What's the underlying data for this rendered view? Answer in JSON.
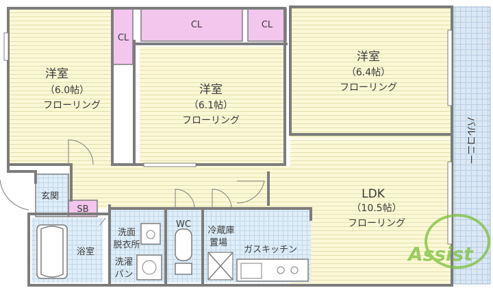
{
  "rooms": {
    "west_bedroom": {
      "name": "洋室",
      "size": "（6.0帖）",
      "floor": "フローリング"
    },
    "center_bedroom": {
      "name": "洋室",
      "size": "（6.1帖）",
      "floor": "フローリング"
    },
    "east_bedroom": {
      "name": "洋室",
      "size": "（6.4帖）",
      "floor": "フローリング"
    },
    "ldk": {
      "name": "LDK",
      "size": "（10.5帖）",
      "floor": "フローリング"
    }
  },
  "closets": {
    "cl1": "CL",
    "cl2": "CL",
    "cl3": "CL"
  },
  "balcony": "バルコニー",
  "entrance": "玄関",
  "shoe_box": "SB",
  "bathroom": "浴室",
  "washroom": [
    "洗面",
    "脱衣所"
  ],
  "washer_pan": [
    "洗濯",
    "パン"
  ],
  "toilet": "WC",
  "fridge_space": [
    "冷蔵庫",
    "置場"
  ],
  "kitchen": "ガスキッチン",
  "watermark": "Assist",
  "colors": {
    "floor": "#fbf8d6",
    "closet": "#f3c6ee",
    "wet_area": "#dfeef8",
    "balcony": "#dbe8f5",
    "wall": "#7c7c7c",
    "watermark": "#7bbf3a"
  }
}
